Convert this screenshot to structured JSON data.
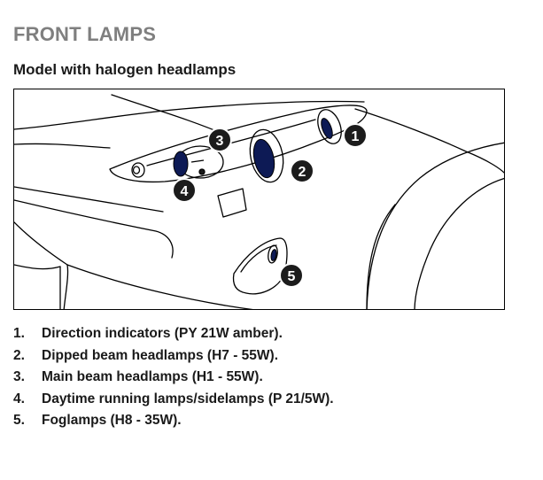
{
  "title": "FRONT LAMPS",
  "subtitle": "Model with halogen headlamps",
  "figure": {
    "callouts": [
      "1",
      "2",
      "3",
      "4",
      "5"
    ],
    "icons": [
      "car-front-outline-illustration",
      "numbered-callout-badge"
    ]
  },
  "lamps": [
    {
      "number": "1.",
      "text": "Direction indicators (PY 21W amber)."
    },
    {
      "number": "2.",
      "text": "Dipped beam headlamps (H7 - 55W)."
    },
    {
      "number": "3.",
      "text": "Main beam headlamps (H1 - 55W)."
    },
    {
      "number": "4.",
      "text": "Daytime running lamps/sidelamps (P 21/5W)."
    },
    {
      "number": "5.",
      "text": "Foglamps (H8 - 35W)."
    }
  ],
  "colors": {
    "title": "#7f7f7f",
    "text": "#1a1a1a",
    "lamp_fill": "#0d1a55",
    "badge": "#1c1c1c"
  }
}
